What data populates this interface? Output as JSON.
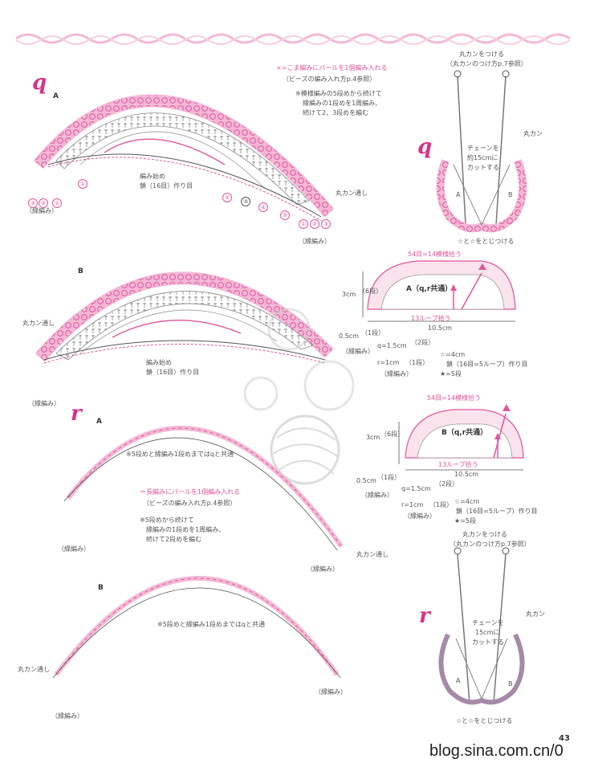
{
  "page_number": "43",
  "watermark": "blog.sina.com.cn/0",
  "colors": {
    "pink": "#e0559a",
    "light_pink": "#f3b8d6",
    "dark": "#555555"
  },
  "section_q": {
    "mark": "q",
    "chart_a": {
      "label": "A",
      "legend_line1": "×=こま編みにパールを1個編み入れる",
      "legend_line2": "（ビーズの編み入れ方p.4参照）",
      "note_line1": "※模様編みの5段めから続けて",
      "note_line2": "縁編みの1段めを1周編み、",
      "note_line3": "続けて2、3段めを編む",
      "start_line1": "編み始め",
      "start_line2": "鎖（16目）作り目",
      "ring_label": "丸カン通し",
      "edge_label": "（縁編み）",
      "row_numbers": [
        "①",
        "②",
        "③",
        "④",
        "⑤"
      ]
    },
    "chart_b": {
      "label": "B",
      "ring_label": "丸カン通し",
      "start_line1": "編み始め",
      "start_line2": "鎖（16目）作り目",
      "edge_label": "（縁編み）"
    },
    "assembly": {
      "title_line1": "丸カンをつける",
      "title_line2": "（丸カンのつけ方p.7参照）",
      "ring": "丸カン",
      "chain_line1": "チェーンを",
      "chain_line2": "約15cmに",
      "chain_line3": "カットする",
      "part_a": "A",
      "part_b": "B",
      "join_note": "☆と☆をとじつける"
    }
  },
  "schematic_a": {
    "top": "54目=14模様拾う",
    "title": "A（q,r共通）",
    "bottom": "13ループ拾う",
    "width": "10.5cm",
    "height": "3cm",
    "rows_6": "（6段）",
    "edge": "0.5cm",
    "edge_rows": "（1段）",
    "edge_name": "（縁編み）",
    "q_line": "q=1.5cm",
    "q_rows": "（2段）",
    "r_line": "r=1cm",
    "r_rows": "（1段）",
    "note1": "☆=4cm",
    "note2": "鎖（16目=5ループ）作り目",
    "note3": "★=5段"
  },
  "schematic_b": {
    "top": "54目=14模様拾う",
    "title": "B（q,r共通）",
    "bottom": "13ループ拾う",
    "width": "10.5cm",
    "height": "3cm",
    "rows_6": "（6段）",
    "edge": "0.5cm",
    "edge_rows": "（1段）",
    "edge_name": "（縁編み）",
    "q_line": "q=1.5cm",
    "q_rows": "（2段）",
    "r_line": "r=1cm",
    "r_rows": "（1段）",
    "note1": "☆=4cm",
    "note2": "鎖（16目=5ループ）作り目",
    "note3": "★=5段"
  },
  "section_r": {
    "mark": "r",
    "chart_a": {
      "label": "A",
      "common_note": "※5段めと縁編み1段めまではqと共通",
      "legend_line1": "＝長編みにパールを1個編み入れる",
      "legend_line2": "（ビーズの編み入れ方p.4参照）",
      "note_line1": "※5段めから続けて",
      "note_line2": "縁編みの1段めを1周編み、",
      "note_line3": "続けて2段めを編む",
      "ring_label": "丸カン通し",
      "edge_label": "（縁編み）"
    },
    "chart_b": {
      "label": "B",
      "common_note": "※5段めと縁編み1段めまではqと共通",
      "ring_label": "丸カン通し",
      "edge_label": "（縁編み）"
    },
    "assembly": {
      "title_line1": "丸カンをつける",
      "title_line2": "（丸カンのつけ方p.7参照）",
      "ring": "丸カン",
      "chain_line1": "チェーンを",
      "chain_line2": "15cmに",
      "chain_line3": "カットする",
      "part_a": "A",
      "part_b": "B",
      "join_note": "☆と☆をとじつける"
    }
  }
}
